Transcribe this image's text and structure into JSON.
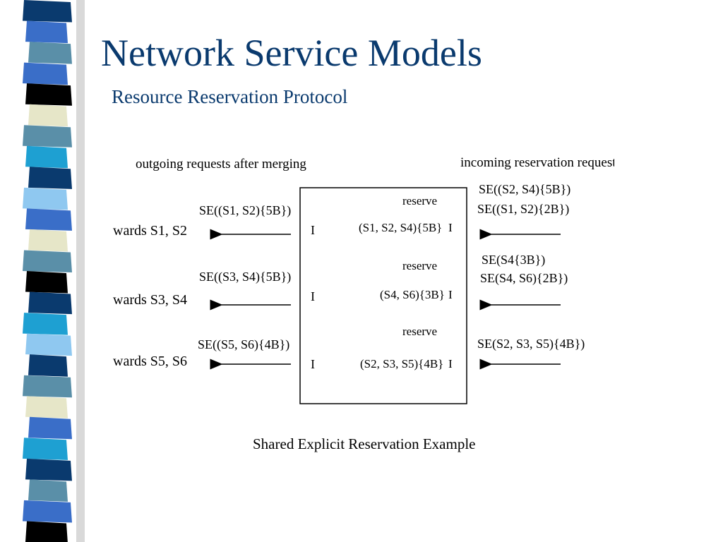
{
  "slide": {
    "title": "Network Service Models",
    "subtitle": "Resource Reservation Protocol",
    "caption": "Shared Explicit Reservation Example",
    "title_color": "#0a3a6e"
  },
  "decoration": {
    "stripe_colors": [
      "#0a3a6e",
      "#3a6ec8",
      "#5a8fa8",
      "#e6e6c8",
      "#000000",
      "#1ea0d2",
      "#8fc8f0"
    ]
  },
  "diagram": {
    "outgoing_header": "outgoing requests after merging",
    "incoming_header": "incoming reservation request",
    "rows": [
      {
        "toward": "wards S1, S2",
        "outgoing": "SE((S1, S2){5B})",
        "reserve_label": "reserve",
        "reserve_value": "(S1, S2, S4){5B}",
        "incoming": [
          "SE((S2, S4){5B})",
          "SE((S1, S2){2B})"
        ]
      },
      {
        "toward": "wards S3, S4",
        "outgoing": "SE((S3, S4){5B})",
        "reserve_label": "reserve",
        "reserve_value": "(S4, S6){3B}",
        "incoming": [
          "SE(S4{3B})",
          "SE(S4, S6){2B})"
        ]
      },
      {
        "toward": "wards S5, S6",
        "outgoing": "SE((S5, S6){4B})",
        "reserve_label": "reserve",
        "reserve_value": "(S2, S3, S5){4B}",
        "incoming": [
          "SE(S2, S3, S5){4B})"
        ]
      }
    ],
    "port_marker": "I"
  }
}
